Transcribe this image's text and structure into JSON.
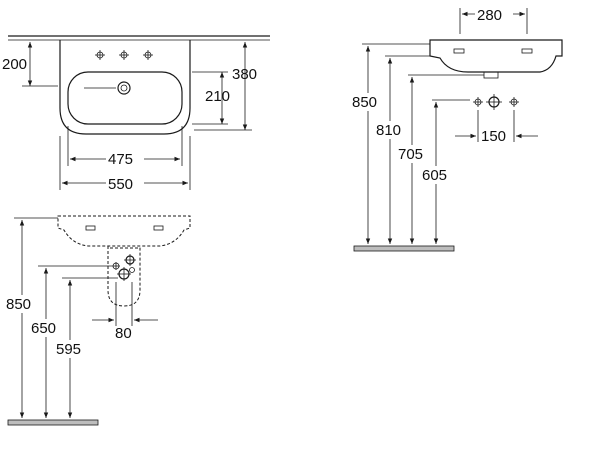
{
  "front_view": {
    "basin_width": "550",
    "bowl_width": "475",
    "height_overall": "380",
    "bowl_depth": "210",
    "tap_hole_offset": "200"
  },
  "side_view": {
    "projection": "280",
    "height_rim": "850",
    "height_underside": "810",
    "height_waste": "705",
    "height_supply": "605",
    "supply_spacing": "150"
  },
  "pedestal_view": {
    "height_rim": "850",
    "height_upper_pipe": "650",
    "height_lower_pipe": "595",
    "pipe_spacing": "80"
  }
}
